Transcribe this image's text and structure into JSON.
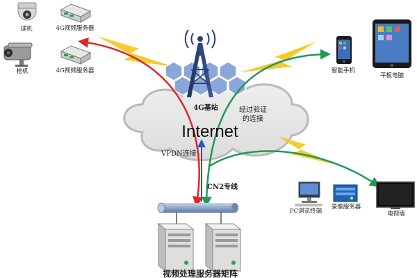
{
  "labels": {
    "dome_camera": "球机",
    "gun_camera": "枪机",
    "server_4g_top": "4G视频服务器",
    "server_4g_bottom": "4G视频服务器",
    "base_station": "4G基站",
    "internet": "Internet",
    "vpdn": "VPDN连接",
    "verified_line1": "经过验证",
    "verified_line2": "的连接",
    "cn2": "CN2专线",
    "smartphone": "智能手机",
    "tablet": "平板电脑",
    "pc_client": "PC浏览终端",
    "recording_server": "录像服务器",
    "tv_wall": "电视墙",
    "server_matrix": "视频处理服务器矩阵"
  },
  "colors": {
    "vpdn": "#e0252b",
    "verified": "#1f9a57",
    "cn2": "#2456c6",
    "lightning": "#f5c518",
    "cloud": "#d6d6d6",
    "bus": "#7f98bd",
    "hex_cell": "#89a7d8"
  }
}
